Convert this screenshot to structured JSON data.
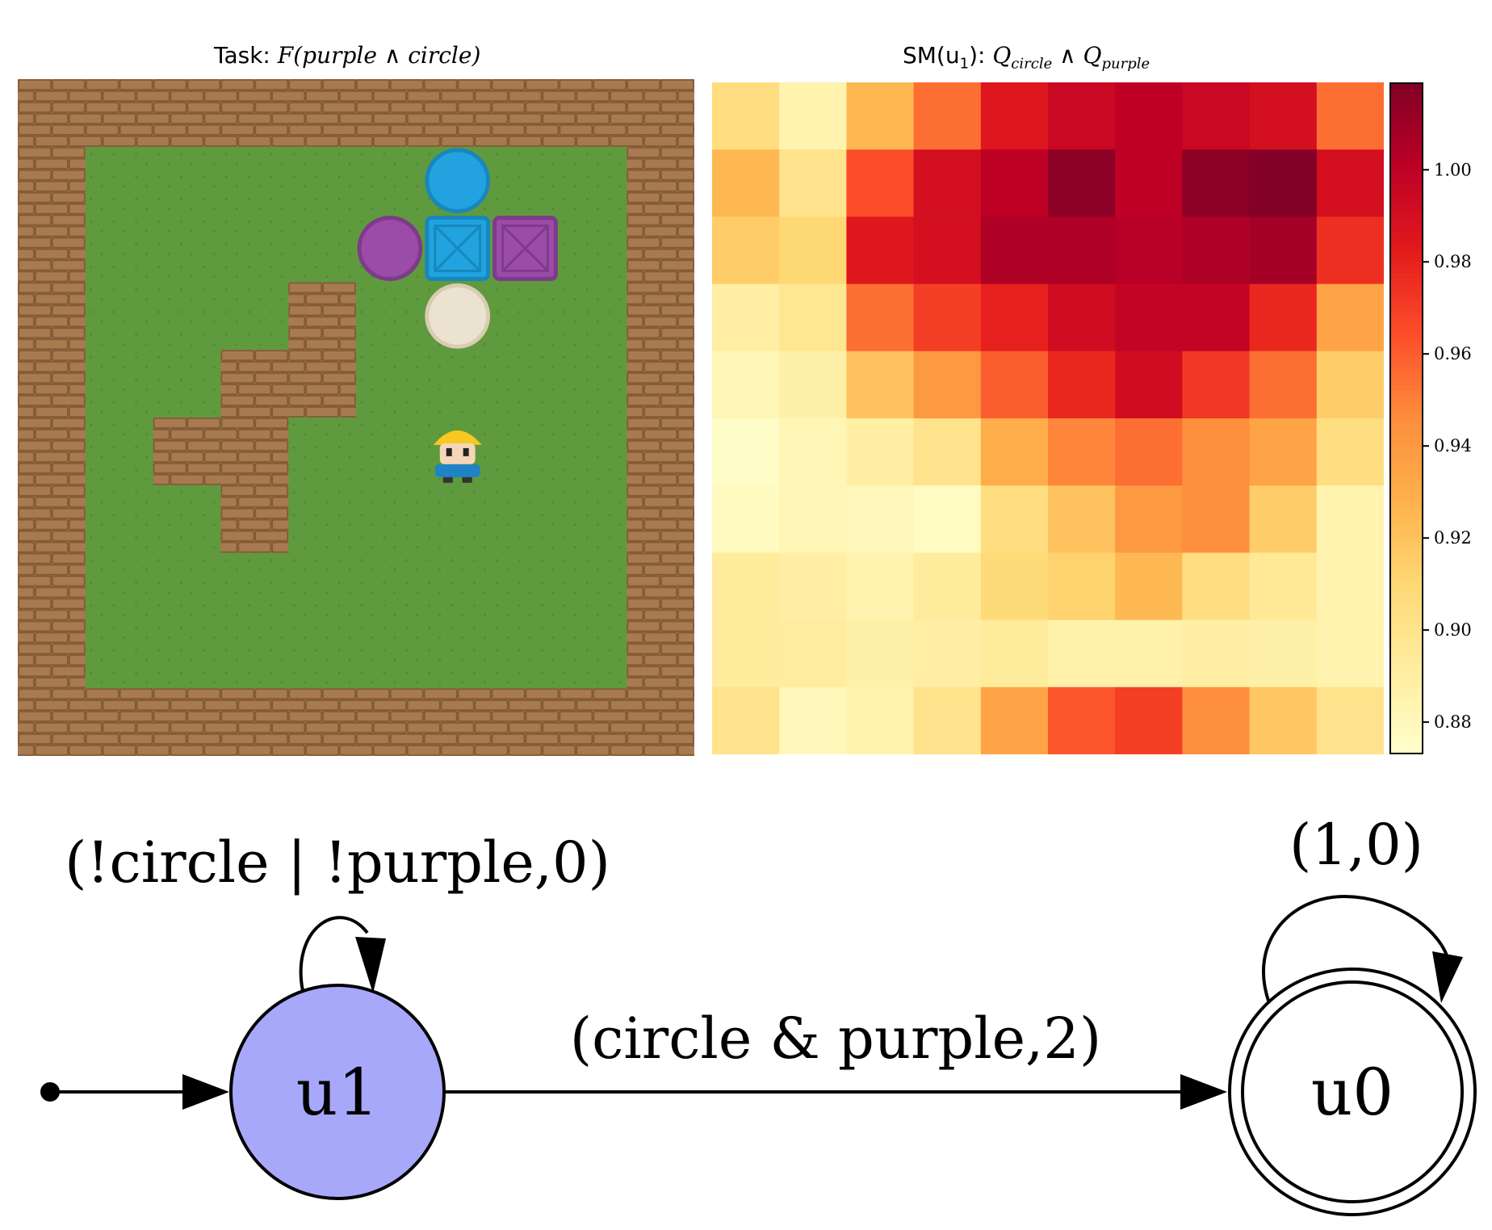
{
  "figure": {
    "left_title": {
      "prefix": "Task:",
      "formula": "F(purple ∧ circle)"
    },
    "right_title": {
      "prefix": "SM(u",
      "sub": "1",
      "suffix": "):",
      "formula": "Q_circle ∧ Q_purple",
      "q": "Q",
      "circle": "circle",
      "purple": "purple",
      "and": "∧"
    }
  },
  "grid_world": {
    "size": 10,
    "colors": {
      "grass": "#5f9a3e",
      "wall": "#9a6d45",
      "blue": "#22a3e0",
      "purple": "#9b4ba8",
      "cream": "#ebe3cf",
      "helmet": "#f7c820"
    },
    "walls": [
      [
        4,
        3
      ],
      [
        3,
        4
      ],
      [
        4,
        4
      ],
      [
        2,
        5
      ],
      [
        3,
        5
      ],
      [
        3,
        6
      ]
    ],
    "objects": [
      {
        "name": "blue-circle",
        "shape": "circle",
        "color": "blue",
        "col": 6,
        "row": 1
      },
      {
        "name": "purple-circle",
        "shape": "circle",
        "color": "purple",
        "col": 5,
        "row": 2
      },
      {
        "name": "blue-box",
        "shape": "box",
        "color": "blue",
        "col": 6,
        "row": 2
      },
      {
        "name": "purple-box",
        "shape": "box",
        "color": "purple",
        "col": 7,
        "row": 2
      },
      {
        "name": "cream-circle",
        "shape": "circle",
        "color": "cream",
        "col": 6,
        "row": 3
      }
    ],
    "agent": {
      "col": 6,
      "row": 5
    }
  },
  "chart_data": {
    "type": "heatmap",
    "rows": 10,
    "cols": 10,
    "vmin": 0.873,
    "vmax": 1.019,
    "colormap": "YlOrRd",
    "values": [
      [
        0.905,
        0.885,
        0.925,
        0.955,
        0.985,
        0.995,
        1.0,
        0.995,
        0.99,
        0.955
      ],
      [
        0.925,
        0.9,
        0.965,
        0.99,
        1.0,
        1.015,
        1.0,
        1.015,
        1.018,
        0.99
      ],
      [
        0.915,
        0.91,
        0.985,
        0.99,
        1.005,
        1.005,
        1.002,
        1.005,
        1.008,
        0.975
      ],
      [
        0.89,
        0.898,
        0.955,
        0.97,
        0.98,
        0.992,
        0.998,
        0.998,
        0.978,
        0.935
      ],
      [
        0.882,
        0.888,
        0.92,
        0.94,
        0.96,
        0.978,
        0.992,
        0.972,
        0.955,
        0.915
      ],
      [
        0.875,
        0.882,
        0.89,
        0.9,
        0.93,
        0.948,
        0.955,
        0.945,
        0.935,
        0.905
      ],
      [
        0.878,
        0.882,
        0.88,
        0.877,
        0.905,
        0.92,
        0.94,
        0.945,
        0.915,
        0.885
      ],
      [
        0.893,
        0.89,
        0.885,
        0.893,
        0.908,
        0.913,
        0.925,
        0.905,
        0.895,
        0.885
      ],
      [
        0.893,
        0.892,
        0.888,
        0.89,
        0.893,
        0.887,
        0.887,
        0.89,
        0.888,
        0.885
      ],
      [
        0.9,
        0.88,
        0.885,
        0.9,
        0.935,
        0.962,
        0.97,
        0.945,
        0.918,
        0.9
      ]
    ],
    "colorbar_ticks": [
      0.88,
      0.9,
      0.92,
      0.94,
      0.96,
      0.98,
      1.0
    ],
    "colorbar_tick_labels": [
      "0.88",
      "0.90",
      "0.92",
      "0.94",
      "0.96",
      "0.98",
      "1.00"
    ]
  },
  "automaton": {
    "nodes": [
      {
        "id": "u1",
        "label": "u1",
        "fill": "#a8a8fb",
        "initial": true,
        "accepting": false
      },
      {
        "id": "u0",
        "label": "u0",
        "fill": "#ffffff",
        "initial": false,
        "accepting": true
      }
    ],
    "edges": [
      {
        "from": "u1",
        "to": "u1",
        "label": "(!circle | !purple,0)"
      },
      {
        "from": "u1",
        "to": "u0",
        "label": "(circle & purple,2)"
      },
      {
        "from": "u0",
        "to": "u0",
        "label": "(1,0)"
      }
    ]
  }
}
